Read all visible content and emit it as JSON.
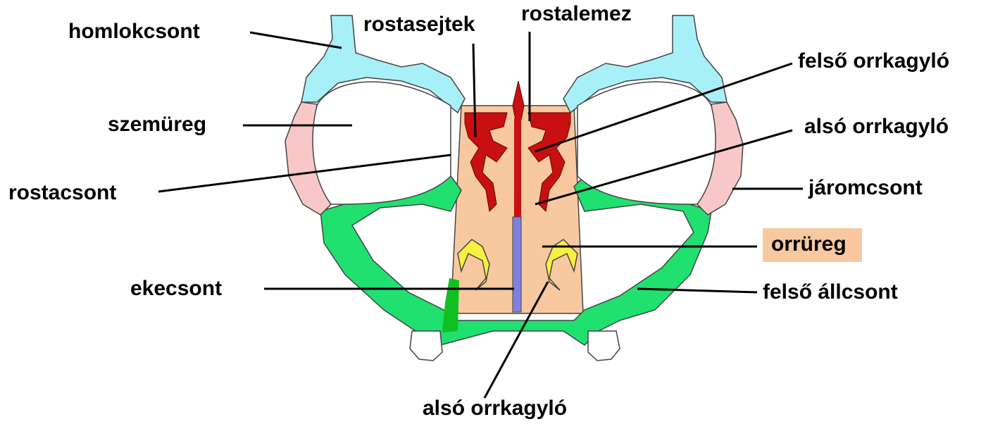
{
  "labels": {
    "homlokcsont": "homlokcsont",
    "rostasejtek": "rostasejtek",
    "rostalemez": "rostalemez",
    "felso_orrkagylo": "felső orrkagyló",
    "also_orrkagylo_right": "alsó orrkagyló",
    "szemureg": "szemüreg",
    "rostacsont": "rostacsont",
    "jaromcsont": "járomcsont",
    "orrureg": "orrüreg",
    "ekecsont": "ekecsont",
    "felso_allcsont": "felső állcsont",
    "also_orrkagylo_bottom": "alsó orrkagyló"
  },
  "colors": {
    "frontal_bone": "#a8f0f8",
    "zygomatic_bone": "#f8c8c8",
    "maxilla": "#20e070",
    "nasal_cavity": "#f8c9a0",
    "ethmoid": "#c81010",
    "vomer": "#8080e0",
    "inferior_concha": "#f8f040"
  }
}
